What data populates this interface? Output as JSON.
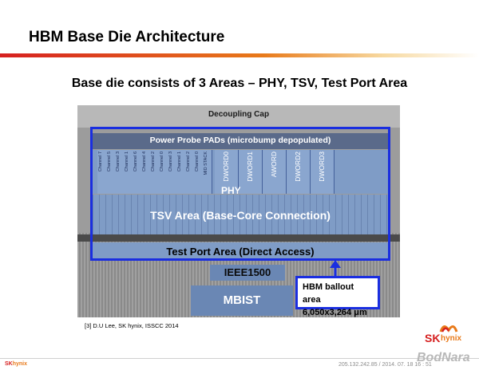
{
  "slide": {
    "title": "HBM Base Die Architecture",
    "subtitle": "Base die consists of 3 Areas – PHY, TSV, Test Port Area"
  },
  "die": {
    "decoupling_cap": "Decoupling Cap",
    "power_probe": "Power Probe PADs (microbump depopulated)",
    "channels": [
      {
        "label": "Channel 7"
      },
      {
        "label": "Channel 5"
      },
      {
        "label": "Channel 3"
      },
      {
        "label": "Channel 1"
      },
      {
        "label": "Channel 6"
      },
      {
        "label": "Channel 4"
      },
      {
        "label": "Channel 2"
      },
      {
        "label": "Channel 0"
      },
      {
        "label": "Channel 3"
      },
      {
        "label": "Channel 1"
      },
      {
        "label": "Channel 2"
      },
      {
        "label": "Channel 0"
      },
      {
        "label": "MID STACK"
      }
    ],
    "dwords": [
      "DWORD0",
      "DWORD1",
      "AWORD",
      "DWORD2",
      "DWORD3"
    ],
    "phy_label": "PHY",
    "tsv_label": "TSV Area (Base-Core Connection)",
    "test_port_label": "Test Port Area (Direct Access)",
    "ieee_label": "IEEE1500",
    "mbist_label": "MBIST"
  },
  "callout": {
    "line1": "HBM ballout area",
    "line2": "6,050x3,264 μm"
  },
  "reference": "[3] D.U Lee, SK hynix, ISSCC 2014",
  "logo": {
    "sk": "SK",
    "hynix": "hynix"
  },
  "footer": {
    "logo_sk": "SK",
    "logo_hynix": "hynix",
    "ip_text": "205.132.242.85 / 2014. 07. 18 16 : 51",
    "brand": "BodNara"
  },
  "colors": {
    "accent_red": "#d62020",
    "accent_orange": "#e87a1a",
    "highlight_blue": "#1a2ee0",
    "block_blue": "#7f9cc6"
  }
}
